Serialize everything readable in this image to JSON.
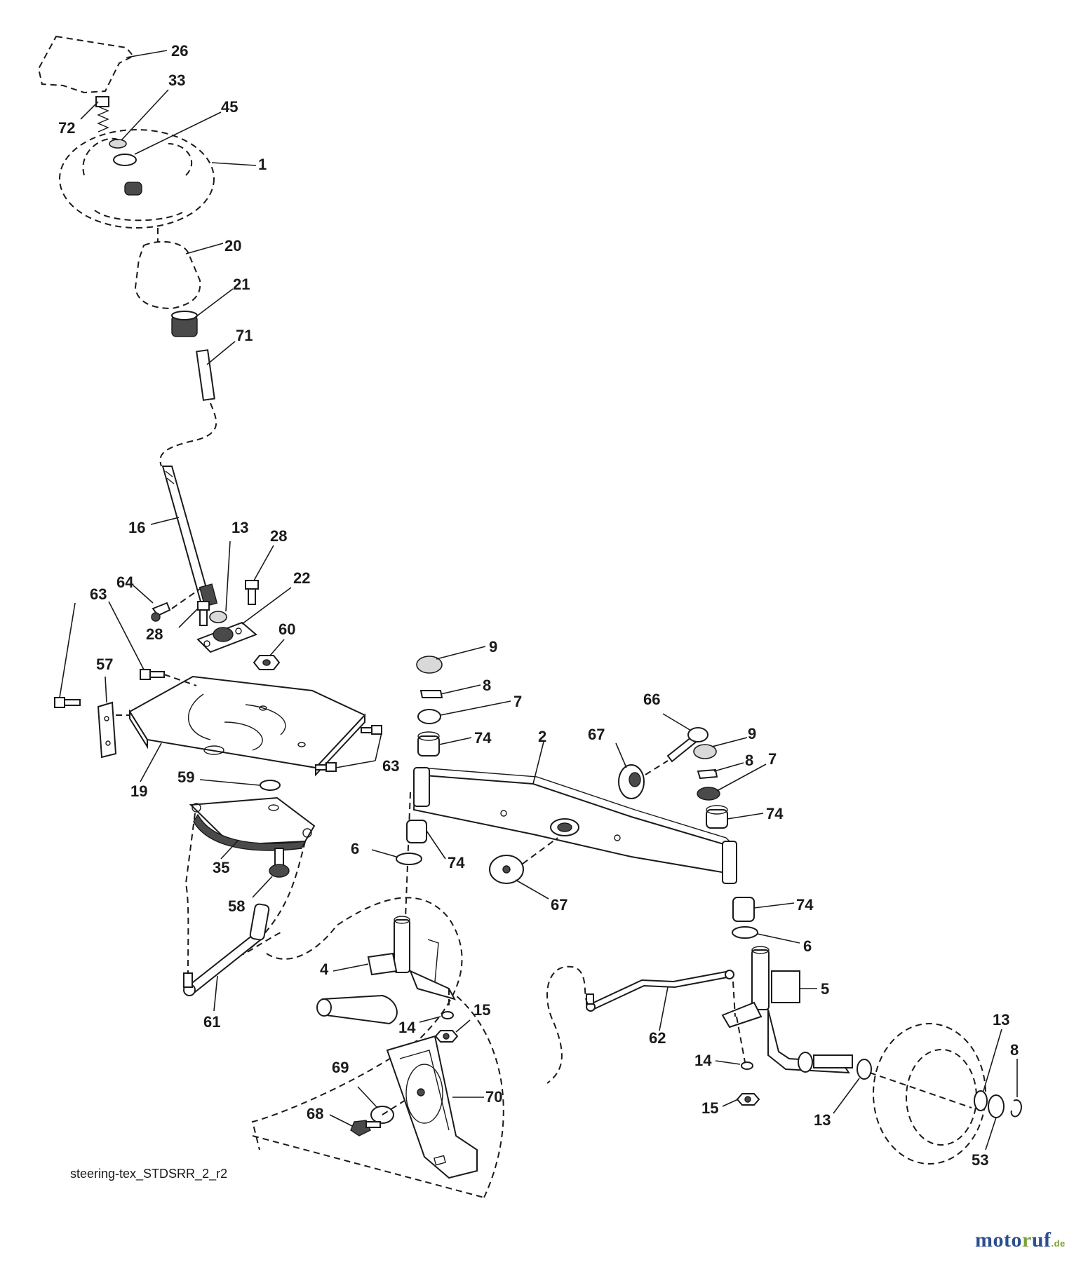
{
  "diagram": {
    "drawing_id": "steering-tex_STDSRR_2_r2",
    "watermark": {
      "part1": "moto",
      "part2": "r",
      "part3": "uf",
      "tld": ".de"
    },
    "callouts": [
      {
        "id": "c26",
        "label": "26"
      },
      {
        "id": "c33",
        "label": "33"
      },
      {
        "id": "c72",
        "label": "72"
      },
      {
        "id": "c45",
        "label": "45"
      },
      {
        "id": "c1",
        "label": "1"
      },
      {
        "id": "c20",
        "label": "20"
      },
      {
        "id": "c21",
        "label": "21"
      },
      {
        "id": "c71",
        "label": "71"
      },
      {
        "id": "c16",
        "label": "16"
      },
      {
        "id": "c13a",
        "label": "13"
      },
      {
        "id": "c28a",
        "label": "28"
      },
      {
        "id": "c64",
        "label": "64"
      },
      {
        "id": "c22",
        "label": "22"
      },
      {
        "id": "c63a",
        "label": "63"
      },
      {
        "id": "c28b",
        "label": "28"
      },
      {
        "id": "c60",
        "label": "60"
      },
      {
        "id": "c57",
        "label": "57"
      },
      {
        "id": "c63b",
        "label": "63"
      },
      {
        "id": "c19",
        "label": "19"
      },
      {
        "id": "c59",
        "label": "59"
      },
      {
        "id": "c35",
        "label": "35"
      },
      {
        "id": "c58",
        "label": "58"
      },
      {
        "id": "c61",
        "label": "61"
      },
      {
        "id": "c9a",
        "label": "9"
      },
      {
        "id": "c8a",
        "label": "8"
      },
      {
        "id": "c7a",
        "label": "7"
      },
      {
        "id": "c74a",
        "label": "74"
      },
      {
        "id": "c2",
        "label": "2"
      },
      {
        "id": "c66",
        "label": "66"
      },
      {
        "id": "c67a",
        "label": "67"
      },
      {
        "id": "c9b",
        "label": "9"
      },
      {
        "id": "c8b",
        "label": "8"
      },
      {
        "id": "c7b",
        "label": "7"
      },
      {
        "id": "c74b",
        "label": "74"
      },
      {
        "id": "c6a",
        "label": "6"
      },
      {
        "id": "c74c",
        "label": "74"
      },
      {
        "id": "c67b",
        "label": "67"
      },
      {
        "id": "c74d",
        "label": "74"
      },
      {
        "id": "c6b",
        "label": "6"
      },
      {
        "id": "c4",
        "label": "4"
      },
      {
        "id": "c5",
        "label": "5"
      },
      {
        "id": "c15a",
        "label": "15"
      },
      {
        "id": "c14a",
        "label": "14"
      },
      {
        "id": "c62",
        "label": "62"
      },
      {
        "id": "c69",
        "label": "69"
      },
      {
        "id": "c70",
        "label": "70"
      },
      {
        "id": "c68",
        "label": "68"
      },
      {
        "id": "c14b",
        "label": "14"
      },
      {
        "id": "c15b",
        "label": "15"
      },
      {
        "id": "c13b",
        "label": "13"
      },
      {
        "id": "c13c",
        "label": "13"
      },
      {
        "id": "c8c",
        "label": "8"
      },
      {
        "id": "c53",
        "label": "53"
      }
    ]
  }
}
